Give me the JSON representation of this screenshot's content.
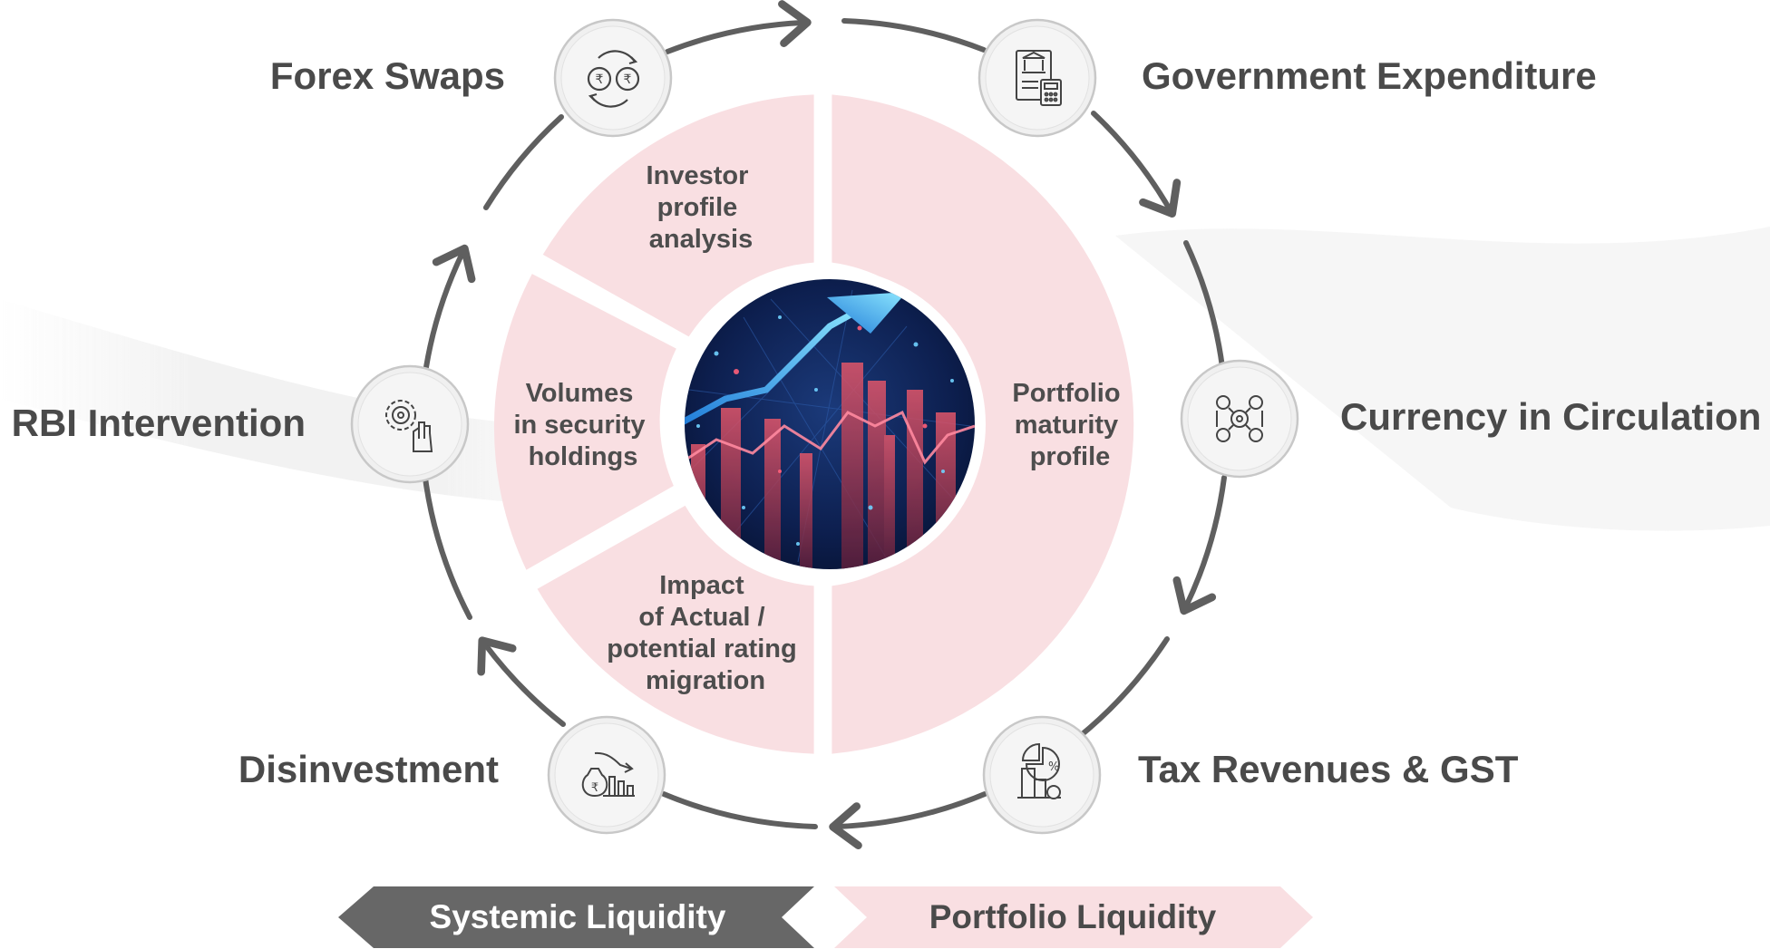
{
  "outer_cycle": [
    {
      "label": "Forex Swaps",
      "icon": "rupee-exchange-icon"
    },
    {
      "label": "Government Expenditure",
      "icon": "government-budget-icon"
    },
    {
      "label": "Currency in Circulation",
      "icon": "currency-network-icon"
    },
    {
      "label": "Tax Revenues & GST",
      "icon": "tax-pie-icon"
    },
    {
      "label": "Disinvestment",
      "icon": "money-bag-decline-icon"
    },
    {
      "label": "RBI Intervention",
      "icon": "gear-hand-icon"
    }
  ],
  "inner_segments": {
    "investor_profile": [
      "Investor",
      "profile",
      "analysis"
    ],
    "volumes": [
      "Volumes",
      "in security",
      "holdings"
    ],
    "rating": [
      "Impact",
      "of Actual /",
      "potential rating",
      "migration"
    ],
    "maturity": [
      "Portfolio",
      "maturity",
      "profile"
    ]
  },
  "center_image": "financial-growth-chart-image",
  "banners": {
    "systemic": "Systemic Liquidity",
    "portfolio": "Portfolio Liquidity"
  },
  "colors": {
    "pink": "#f9dfe2",
    "dark_grey": "#6b6b6b",
    "arrow": "#5f5f5f",
    "text": "#4a4a4a",
    "center_bg": "#0c1e4a"
  }
}
